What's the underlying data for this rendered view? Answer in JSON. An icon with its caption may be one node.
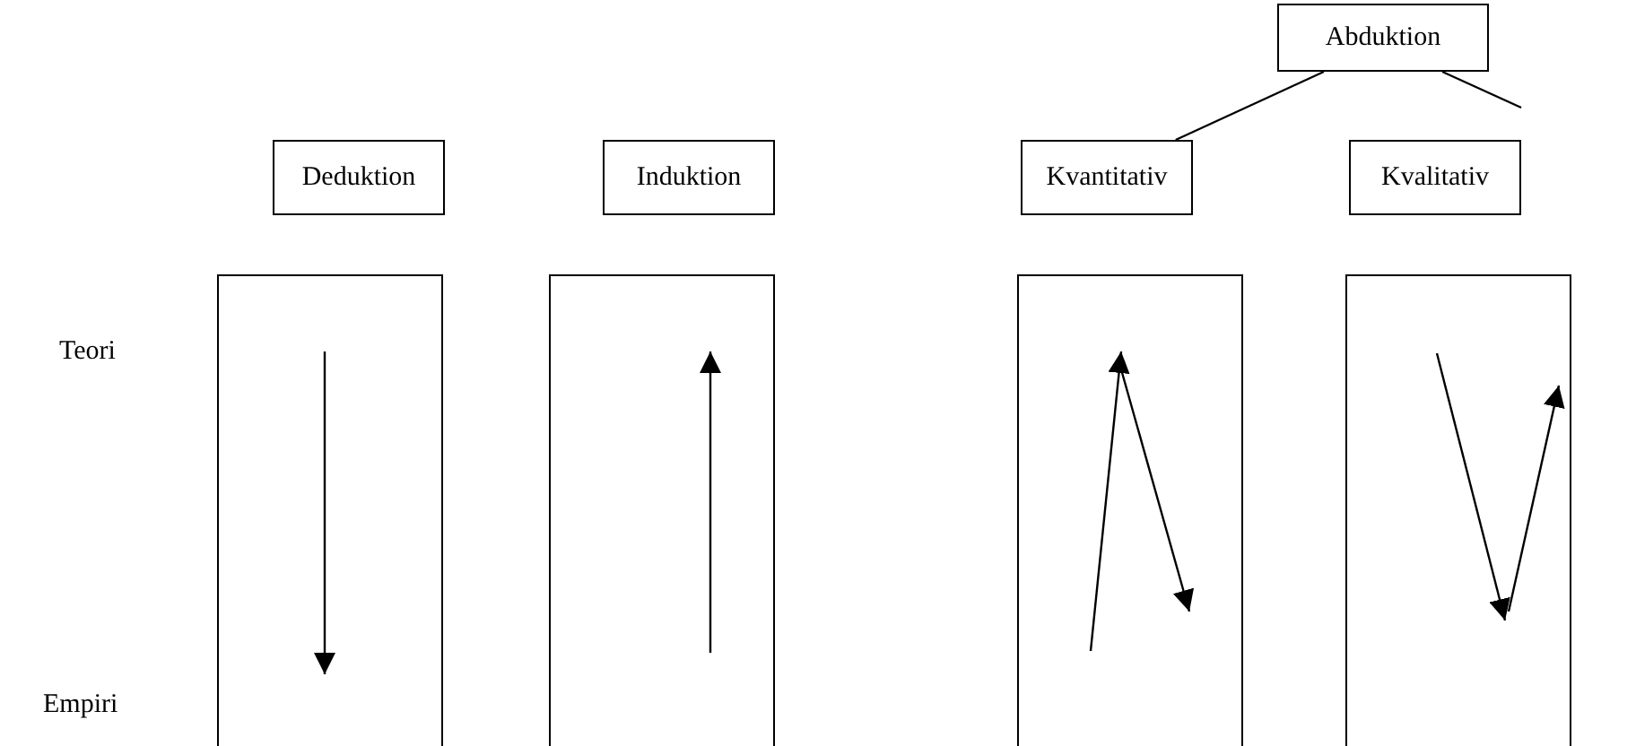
{
  "diagram": {
    "nodes": [
      {
        "text": [
          "Abduktion"
        ]
      },
      {
        "text": [
          "Deduktion"
        ]
      },
      {
        "text": [
          "Induktion"
        ]
      },
      {
        "text": [
          "Kvantitativ"
        ]
      },
      {
        "text": [
          "Kvalitativ"
        ]
      },
      {
        "text": [],
        "shape": "box"
      },
      {
        "text": [],
        "shape": "box"
      },
      {
        "text": [],
        "shape": "box"
      },
      {
        "text": [],
        "shape": "box"
      }
    ],
    "edges": [
      {
        "from": 0,
        "to": 3,
        "arrow": "none"
      },
      {
        "from": 0,
        "to": 4,
        "arrow": "none"
      }
    ],
    "labels": [
      "Teori",
      "Empiri"
    ]
  }
}
